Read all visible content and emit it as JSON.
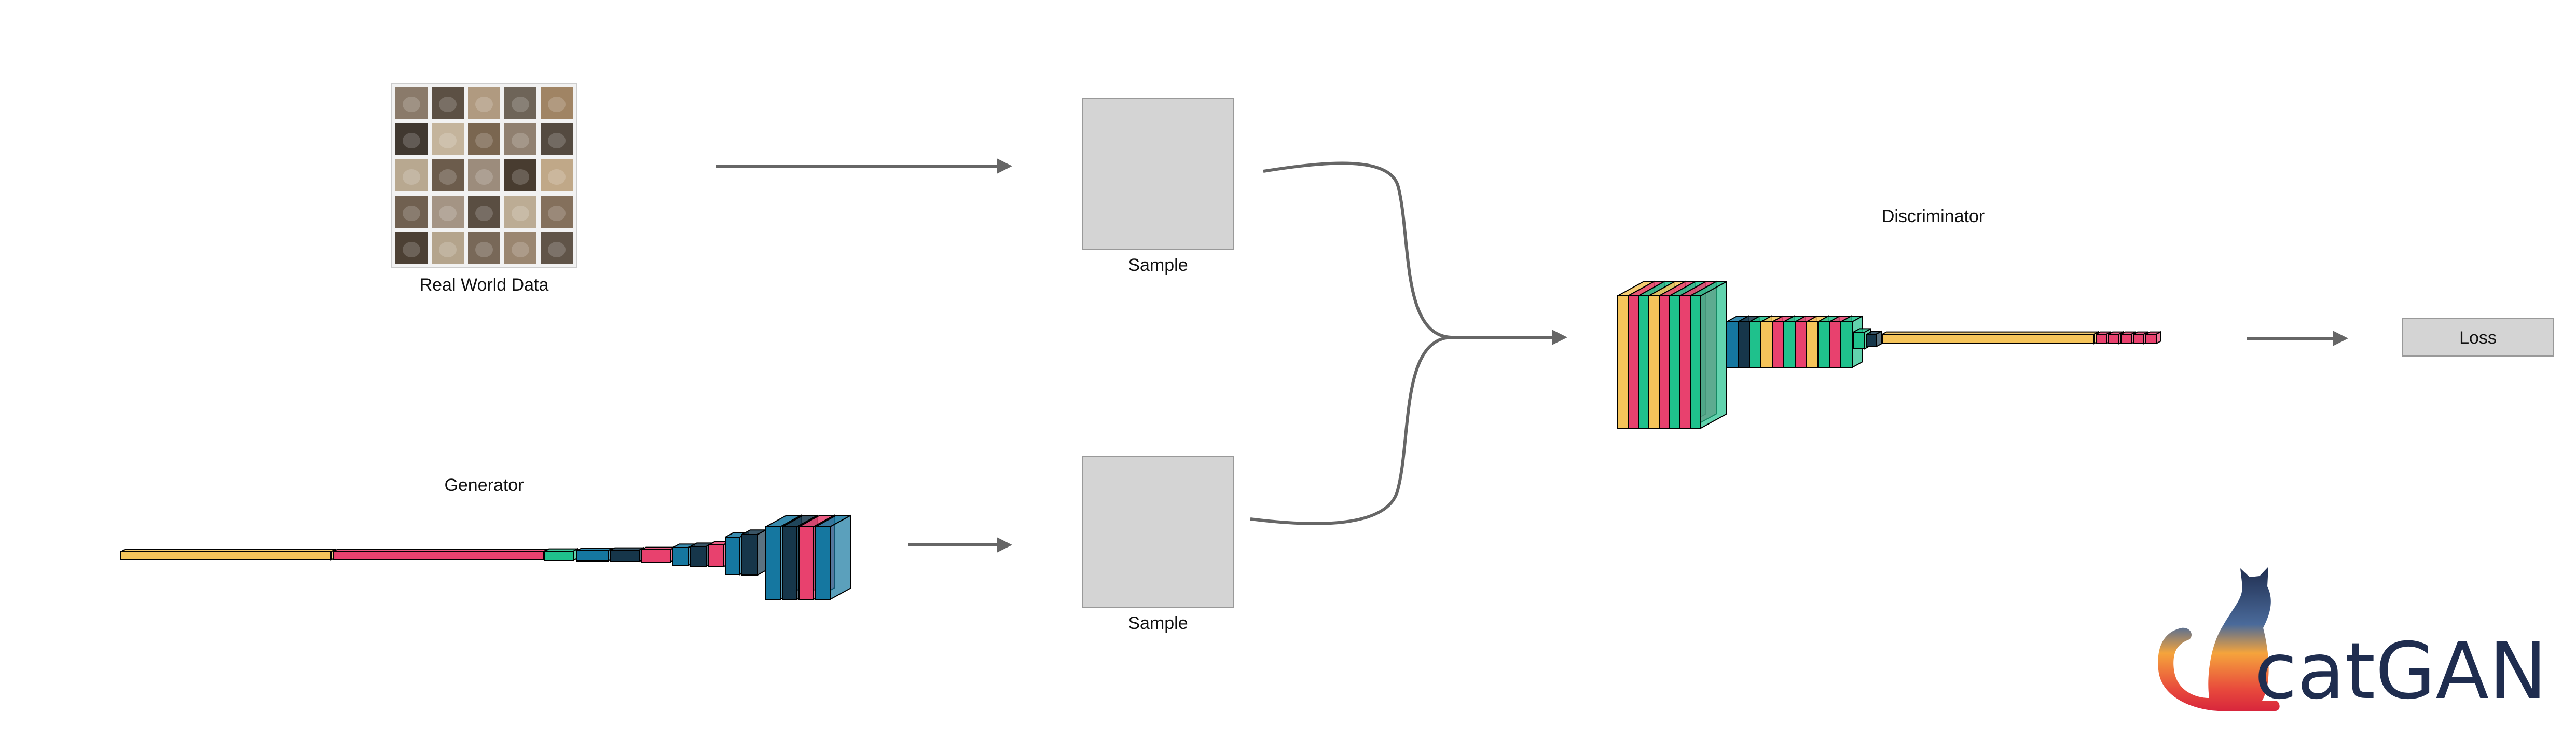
{
  "labels": {
    "real_world_data": "Real World Data",
    "sample_top": "Sample",
    "sample_bottom": "Sample",
    "generator": "Generator",
    "discriminator": "Discriminator",
    "loss": "Loss",
    "logo_text": "catGAN"
  },
  "colors": {
    "yellow": "#F5C45A",
    "pink": "#E8416E",
    "green": "#1FC18C",
    "blue": "#1577A0",
    "navy": "#16364A",
    "arrow": "#666666",
    "sample_fill": "#D4D4D4",
    "logo_text": "#1F2D4F"
  },
  "icons": {
    "cat_grid": "cat-photo-grid",
    "logo_mark": "cat-silhouette-logo"
  }
}
